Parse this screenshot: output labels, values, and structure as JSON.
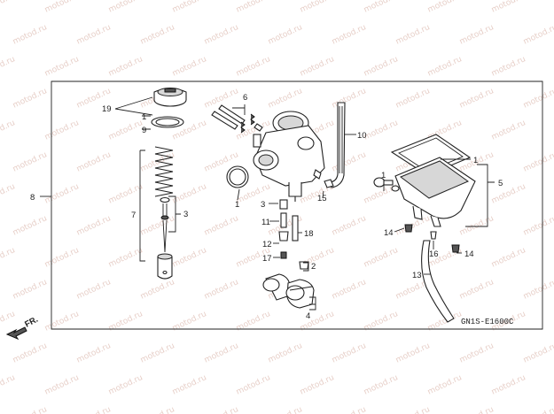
{
  "watermark": "motod.ru",
  "diagram_code": "GN1S-E1600C",
  "direction_label": "FR.",
  "callouts": {
    "c19": "19",
    "c1_top": "1",
    "c9": "9",
    "c6": "6",
    "c10": "10",
    "c1_left": "1",
    "c3_right": "3",
    "c7": "7",
    "c8": "8",
    "c3_mid": "3",
    "c11": "11",
    "c18": "18",
    "c12": "12",
    "c17": "17",
    "c2": "2",
    "c4": "4",
    "c15": "15",
    "c1_bowl_top": "1",
    "c5": "5",
    "c1_bowl_left": "1",
    "c14_left": "14",
    "c16": "16",
    "c14_right": "14",
    "c13": "13"
  },
  "colors": {
    "watermark": "#e7cfc8",
    "ink": "#222222"
  }
}
